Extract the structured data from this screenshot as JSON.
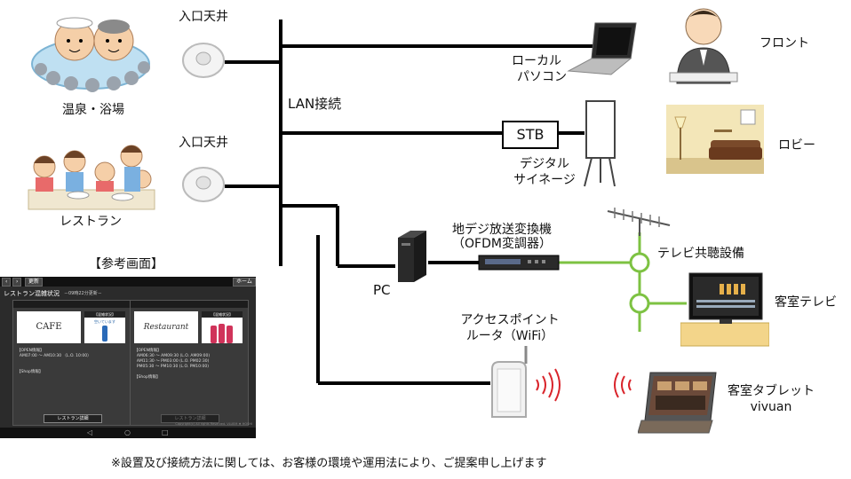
{
  "labels": {
    "onsen": "温泉・浴場",
    "restaurant": "レストラン",
    "ceiling1": "入口天井",
    "ceiling2": "入口天井",
    "lan": "LAN接続",
    "front": "フロント",
    "local_pc_1": "ローカル",
    "local_pc_2": "パソコン",
    "stb": "STB",
    "signage_1": "デジタル",
    "signage_2": "サイネージ",
    "lobby": "ロビー",
    "converter_1": "地デジ放送変換機",
    "converter_2": "（OFDM変調器）",
    "pc": "PC",
    "tv_common": "テレビ共聴設備",
    "room_tv": "客室テレビ",
    "ap_1": "アクセスポイント",
    "ap_2": "ルータ（WiFi）",
    "tablet_1": "客室タブレット",
    "tablet_2": "vivuan",
    "ref_screen": "【参考画面】",
    "footnote": "※設置及び接続方法に関しては、お客様の環境や運用法により、ご提案申し上げます"
  },
  "screen": {
    "back_btn": "更新",
    "home_btn": "ホーム",
    "title": "レストラン混雑状況",
    "updated": "－09時22分更新－",
    "status_header": "【混雑状況】",
    "panel1": {
      "logo": "CAFE",
      "status": "空いています",
      "info": "【OPEN情報】\n  AM07:00 ～ AM10:30 （L.O. 10:00）\n\n\n【Shop情報】",
      "button": "レストラン詳細"
    },
    "panel2": {
      "logo": "Restaurant",
      "info": "【OPEN情報】\n  AM06:30 ～ AM09:30 (L.O. AM09:00)\n  AM11:30 ～ PM03:00 (L.O. PM02:30)\n  PM05:30 ～ PM10:30 (L.O. PM10:00)\n\n【Shop情報】",
      "button": "レストラン詳細"
    },
    "copyright": "Copyright(c) All rights Reserved. VLUEM ♦ HOSHI"
  },
  "colors": {
    "lan_line": "#000000",
    "tv_line": "#7dc242",
    "wifi_wave": "#d9242b",
    "screen_bg": "#2b2b2b"
  }
}
